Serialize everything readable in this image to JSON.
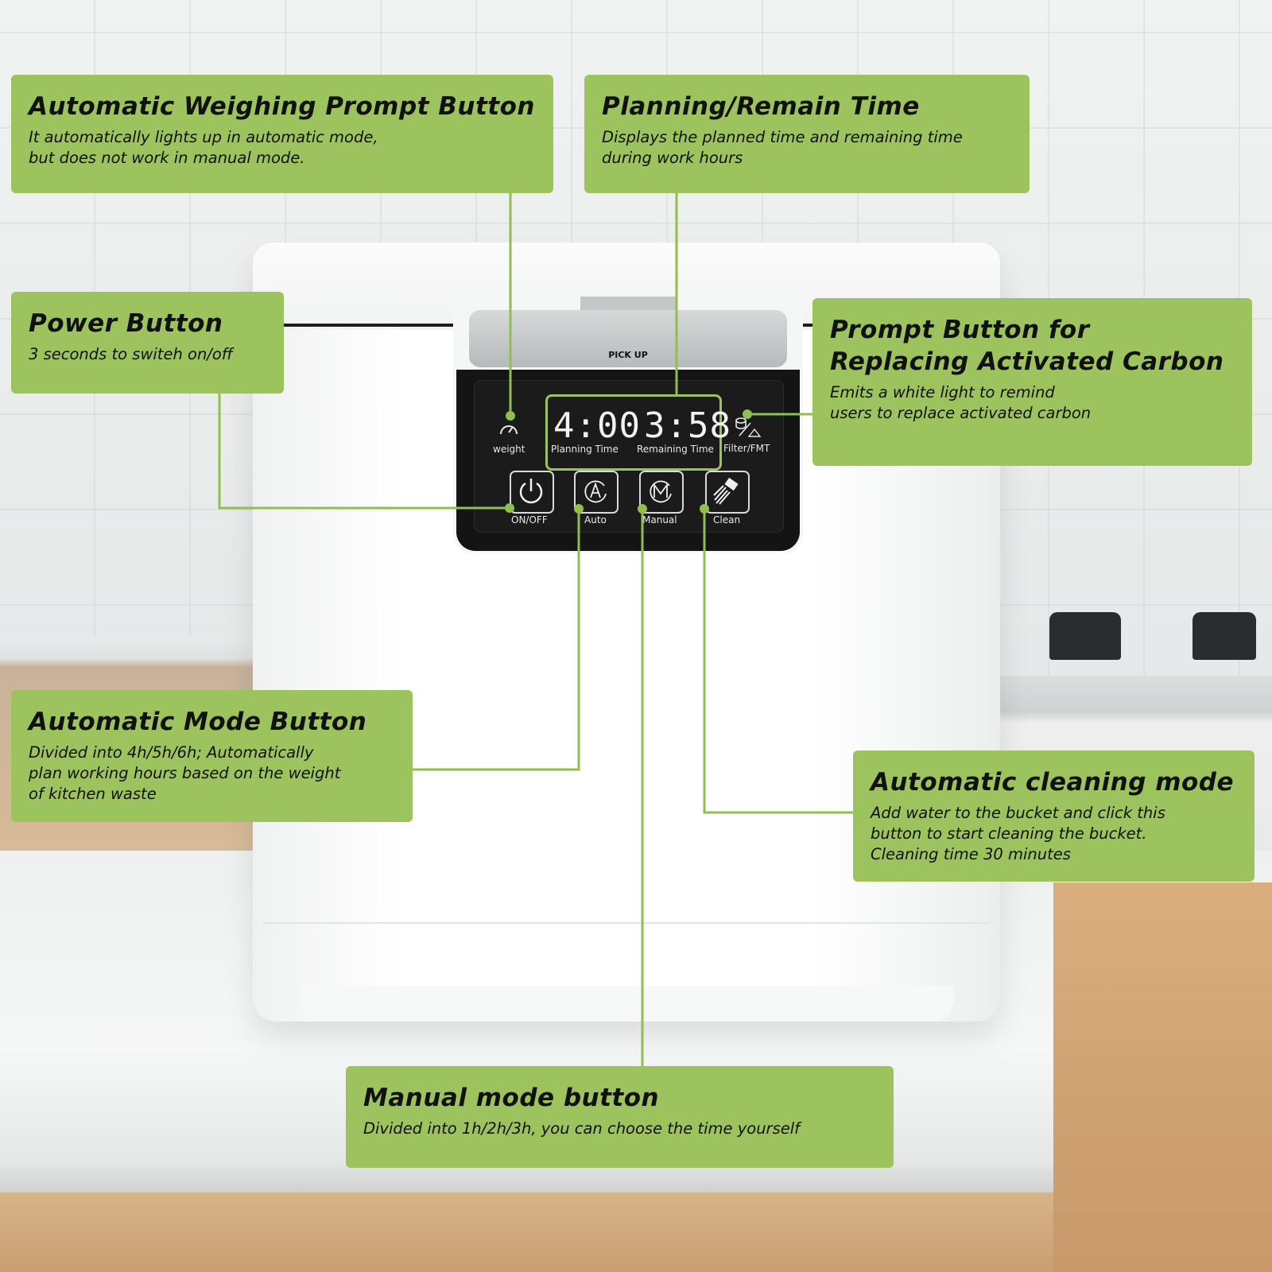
{
  "colors": {
    "callout_green": "#9dc35e",
    "connector_green": "#8fbf4f",
    "panel_black": "#141414",
    "text_dark": "#111111"
  },
  "device_panel": {
    "pick_up": "PICK UP",
    "planning_digits": "4:00",
    "remaining_digits": "3:58",
    "planning_label": "Planning Time",
    "remaining_label": "Remaining Time",
    "weight_label": "weight",
    "filter_label": "Filter/FMT",
    "buttons": [
      {
        "label": "ON/OFF",
        "icon": "power-icon"
      },
      {
        "label": "Auto",
        "icon": "auto-mode-icon"
      },
      {
        "label": "Manual",
        "icon": "manual-mode-icon"
      },
      {
        "label": "Clean",
        "icon": "clean-brush-icon"
      }
    ]
  },
  "callouts": {
    "weighing": {
      "title": "Automatic Weighing Prompt Button",
      "desc": "It automatically lights up in automatic mode,\nbut does not work in manual mode."
    },
    "time": {
      "title": "Planning/Remain Time",
      "desc": "Displays the planned time and remaining time\nduring work hours"
    },
    "power": {
      "title": "Power Button",
      "desc": "3 seconds to switeh on/off"
    },
    "carbon": {
      "title": "Prompt Button for Replacing Activated Carbon",
      "desc": "Emits a white light to remind\nusers to replace activated carbon"
    },
    "auto": {
      "title": "Automatic Mode Button",
      "desc": "Divided into 4h/5h/6h; Automatically\nplan working hours based on the weight\nof kitchen waste"
    },
    "clean": {
      "title": "Automatic cleaning mode",
      "desc": "Add water to the bucket and click this\nbutton to start cleaning the bucket.\nCleaning time 30 minutes"
    },
    "manual": {
      "title": "Manual mode button",
      "desc": "Divided into 1h/2h/3h, you can choose the time yourself"
    }
  }
}
